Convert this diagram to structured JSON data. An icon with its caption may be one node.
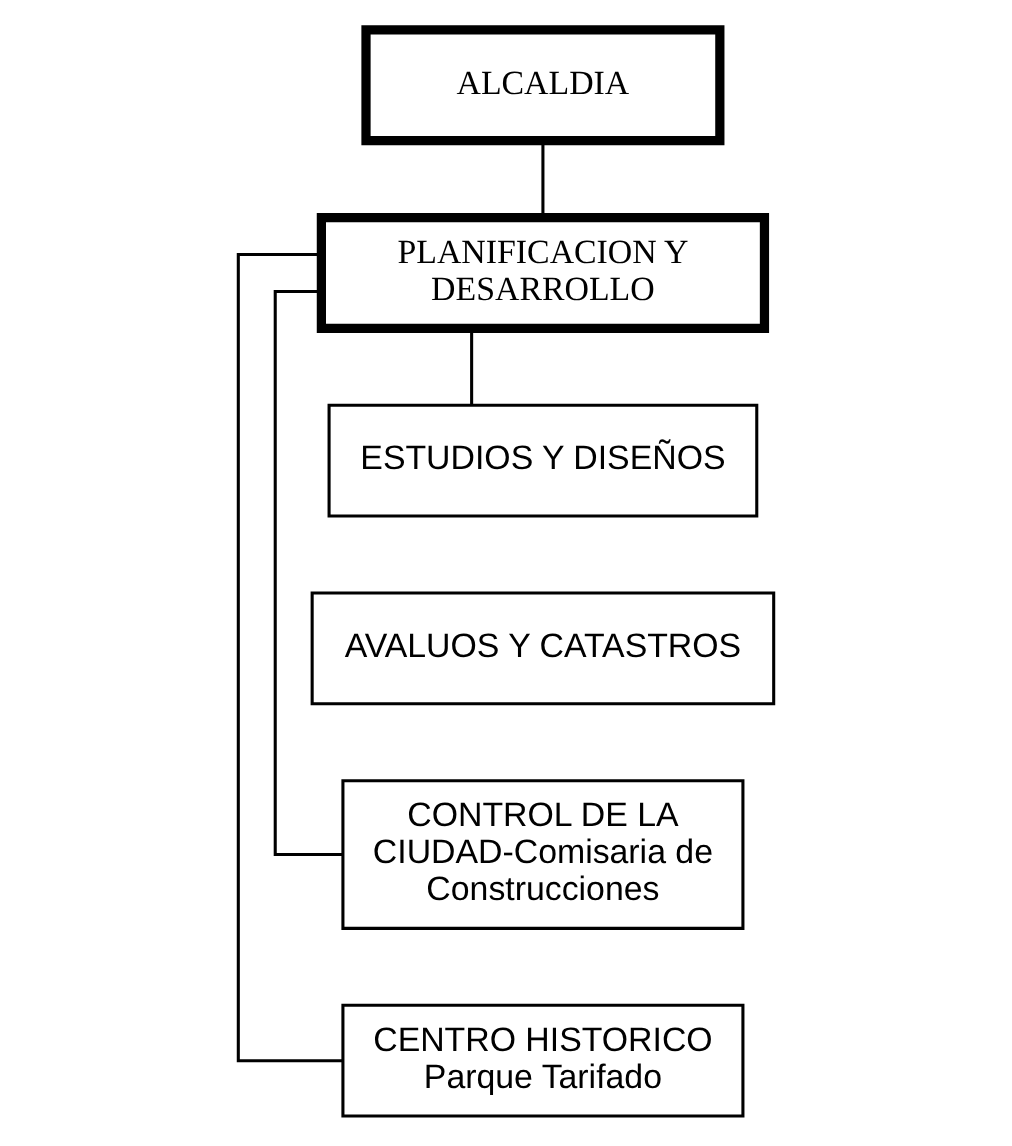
{
  "diagram": {
    "nodes": [
      {
        "text": [
          "ALCALDIA"
        ]
      },
      {
        "text": [
          "PLANIFICACION Y DESARROLLO"
        ]
      },
      {
        "text": [
          "ESTUDIOS Y DISEÑOS"
        ]
      },
      {
        "text": [
          "AVALUOS Y CATASTROS"
        ]
      },
      {
        "text": [
          "CONTROL DE LA CIUDAD-Comisaria de Construcciones"
        ]
      },
      {
        "text": [
          "CENTRO HISTORICO Parque Tarifado"
        ]
      }
    ],
    "edges": [
      {
        "from": 0,
        "to": 1,
        "arrow": "none"
      },
      {
        "from": 1,
        "to": 2,
        "arrow": "none"
      },
      {
        "from": 1,
        "to": 4,
        "arrow": "none"
      },
      {
        "from": 1,
        "to": 5,
        "arrow": "none"
      }
    ]
  }
}
